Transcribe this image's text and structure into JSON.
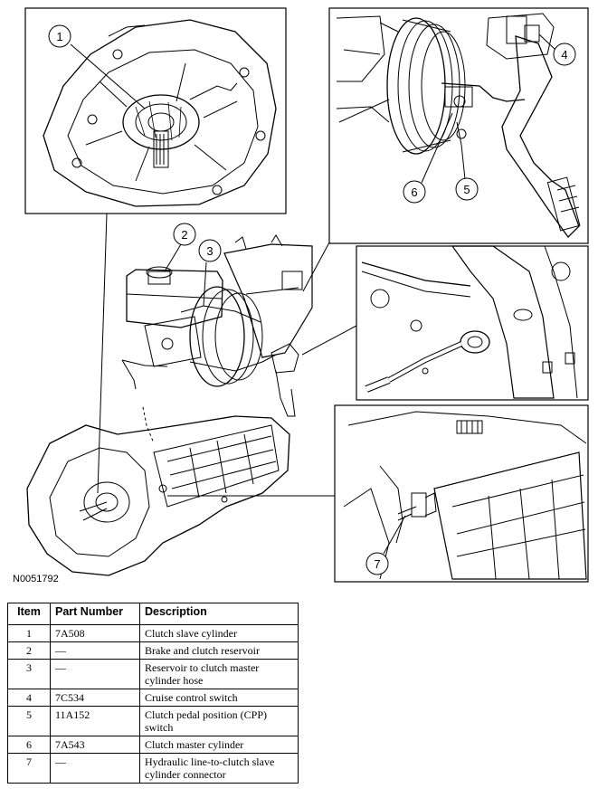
{
  "figure": {
    "id": "N0051792",
    "callouts": [
      "1",
      "2",
      "3",
      "4",
      "5",
      "6",
      "7"
    ]
  },
  "table": {
    "headers": [
      "Item",
      "Part Number",
      "Description"
    ],
    "rows": [
      {
        "item": "1",
        "part": "7A508",
        "desc": "Clutch slave cylinder"
      },
      {
        "item": "2",
        "part": "—",
        "desc": "Brake and clutch reservoir"
      },
      {
        "item": "3",
        "part": "—",
        "desc": "Reservoir to clutch master cylinder hose"
      },
      {
        "item": "4",
        "part": "7C534",
        "desc": "Cruise control switch"
      },
      {
        "item": "5",
        "part": "11A152",
        "desc": "Clutch pedal position (CPP) switch"
      },
      {
        "item": "6",
        "part": "7A543",
        "desc": "Clutch master cylinder"
      },
      {
        "item": "7",
        "part": "—",
        "desc": "Hydraulic line-to-clutch slave cylinder connector"
      }
    ]
  }
}
